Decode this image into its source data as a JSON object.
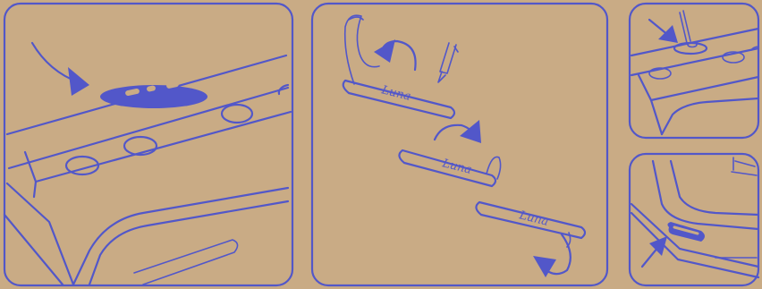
{
  "colors": {
    "background": "#c9ab85",
    "line": "#5257c9",
    "accent_fill": "#5257c9"
  },
  "steps": [
    {
      "id": "step-1",
      "icon": "arrow-curved-down-right-icon"
    },
    {
      "id": "step-2",
      "labels": [
        "Luna",
        "Luna",
        "Luna"
      ]
    },
    {
      "id": "step-3",
      "icon": "arrow-down-right-icon"
    },
    {
      "id": "step-4",
      "icon": "arrow-up-right-icon"
    }
  ]
}
